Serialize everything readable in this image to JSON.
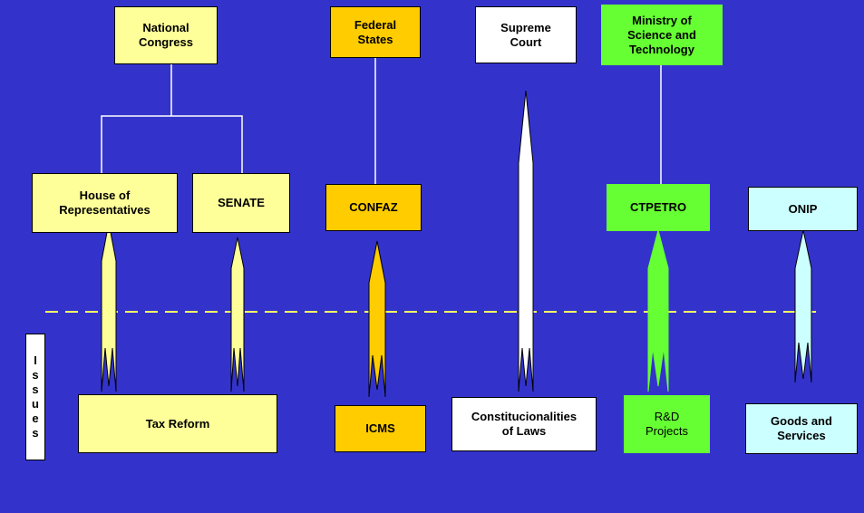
{
  "top_boxes": {
    "national_congress": "National\nCongress",
    "federal_states": "Federal\nStates",
    "supreme_court": "Supreme\nCourt",
    "ministry": "Ministry of\nScience and\nTechnology"
  },
  "middle_boxes": {
    "house": "House of\nRepresentatives",
    "senate": "SENATE",
    "confaz": "CONFAZ",
    "ctpetro": "CTPETRO",
    "onip": "ONIP"
  },
  "issue_boxes": {
    "tax_reform": "Tax Reform",
    "icms": "ICMS",
    "constitutionalities": "Constitucionalities\nof Laws",
    "rd_projects": "R&D\nProjects",
    "goods_services": "Goods and\nServices"
  },
  "issues_label": "Issues",
  "colors": {
    "background": "#3333cc",
    "yellow": "#ffff99",
    "orange": "#ffcc00",
    "white": "#ffffff",
    "green": "#66ff33",
    "cyan": "#ccffff",
    "dashed_line": "#ffff66"
  }
}
